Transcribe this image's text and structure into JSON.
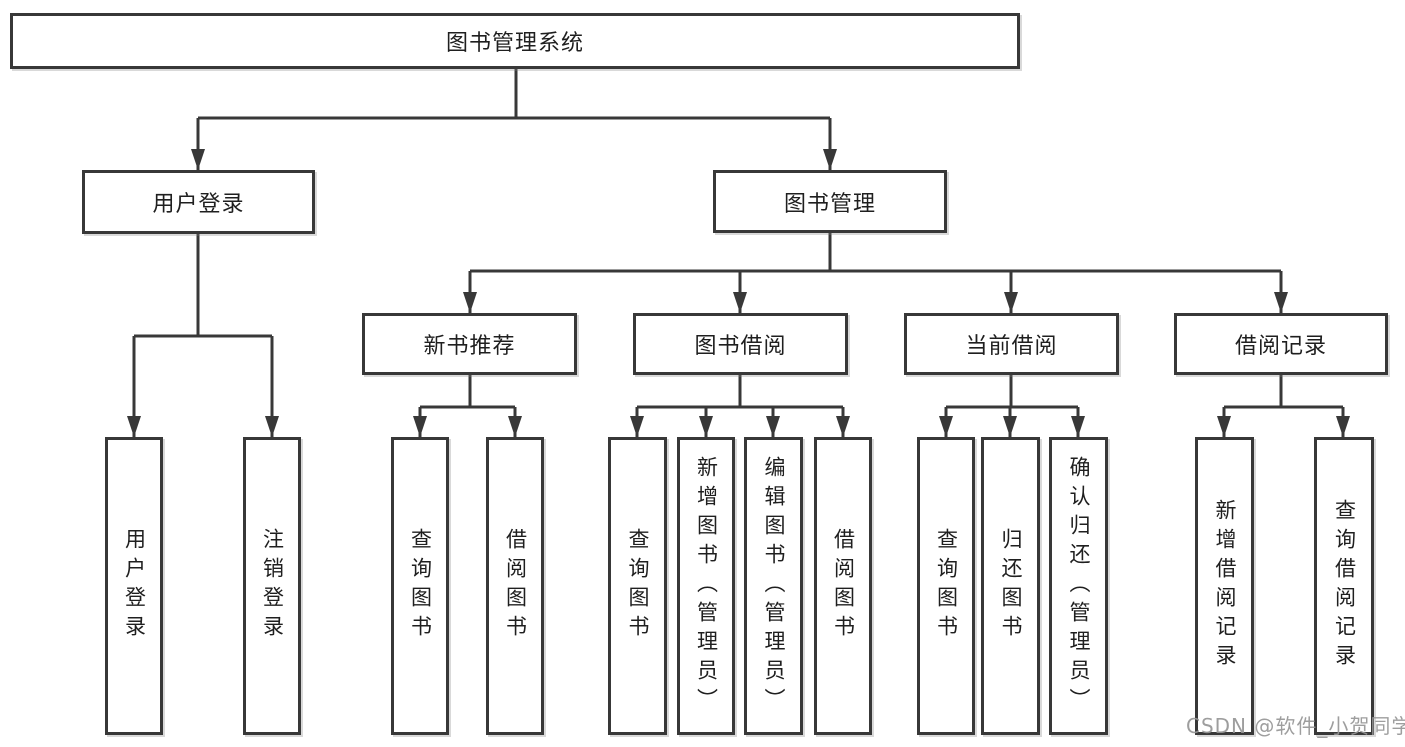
{
  "nodes": {
    "root": "图书管理系统",
    "branches": [
      "用户登录",
      "图书管理"
    ],
    "sections": [
      "新书推荐",
      "图书借阅",
      "当前借阅",
      "借阅记录"
    ],
    "leaves": {
      "login": [
        "用户登录",
        "注销登录"
      ],
      "recommend": [
        "查询图书",
        "借阅图书"
      ],
      "borrow": [
        "查询图书",
        "新增图书（管理员）",
        "编辑图书（管理员）",
        "借阅图书"
      ],
      "current": [
        "查询图书",
        "归还图书",
        "确认归还（管理员）"
      ],
      "record": [
        "新增借阅记录",
        "查询借阅记录"
      ]
    }
  },
  "watermark": "CSDN @软件_小贺同学",
  "colors": {
    "line": "#383838",
    "box_border": "#383838",
    "text": "#1f1f1f",
    "watermark": "#969696",
    "background": "#ffffff"
  }
}
